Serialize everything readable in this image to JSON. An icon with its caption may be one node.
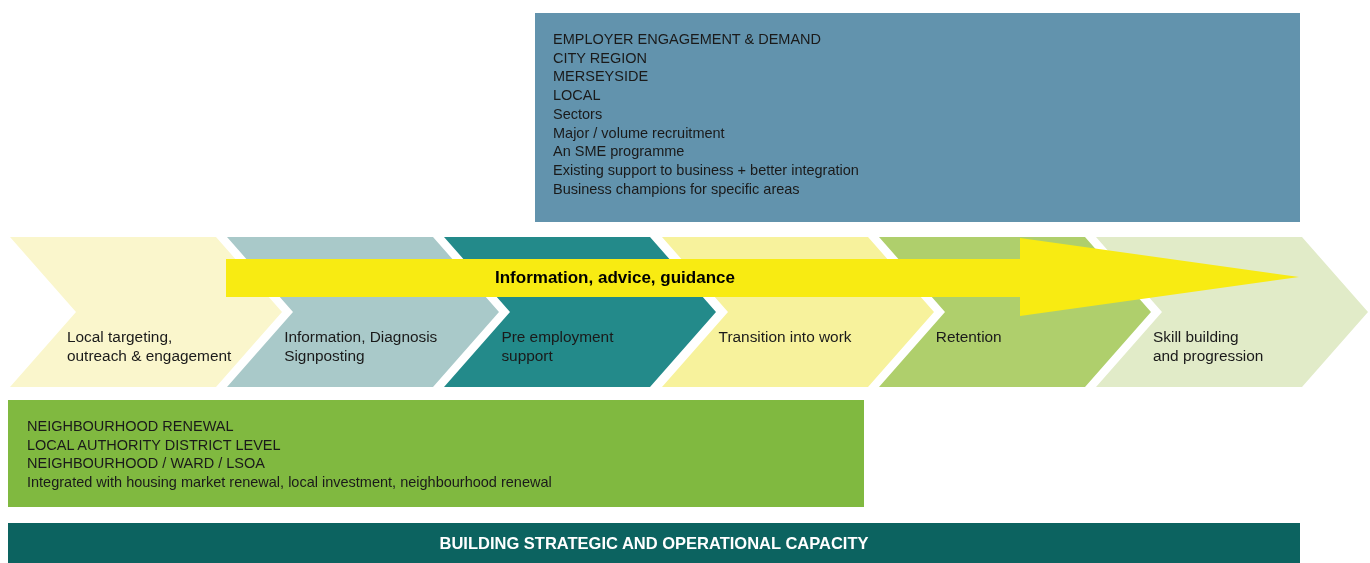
{
  "diagram": {
    "nodes": [
      {
        "text": [
          "EMPLOYER ENGAGEMENT & DEMAND",
          "CITY REGION",
          "MERSEYSIDE",
          "LOCAL",
          "Sectors",
          "Major / volume recruitment",
          "An SME programme",
          "Existing support to business + better integration",
          "Business champions for specific areas"
        ]
      },
      {
        "text": [
          "Local targeting, outreach & engagement"
        ]
      },
      {
        "text": [
          "Information, Diagnosis Signposting"
        ]
      },
      {
        "text": [
          "Pre employment support"
        ]
      },
      {
        "text": [
          "Transition into work"
        ]
      },
      {
        "text": [
          "Retention"
        ]
      },
      {
        "text": [
          "Skill building and progression"
        ]
      },
      {
        "text": [
          "Information, advice, guidance"
        ]
      },
      {
        "text": [
          "NEIGHBOURHOOD RENEWAL",
          "LOCAL AUTHORITY DISTRICT LEVEL",
          "NEIGHBOURHOOD / WARD / LSOA",
          "Integrated with housing market renewal, local investment, neighbourhood renewal"
        ]
      },
      {
        "text": [
          "BUILDING STRATEGIC AND OPERATIONAL CAPACITY"
        ]
      }
    ],
    "edges": []
  }
}
